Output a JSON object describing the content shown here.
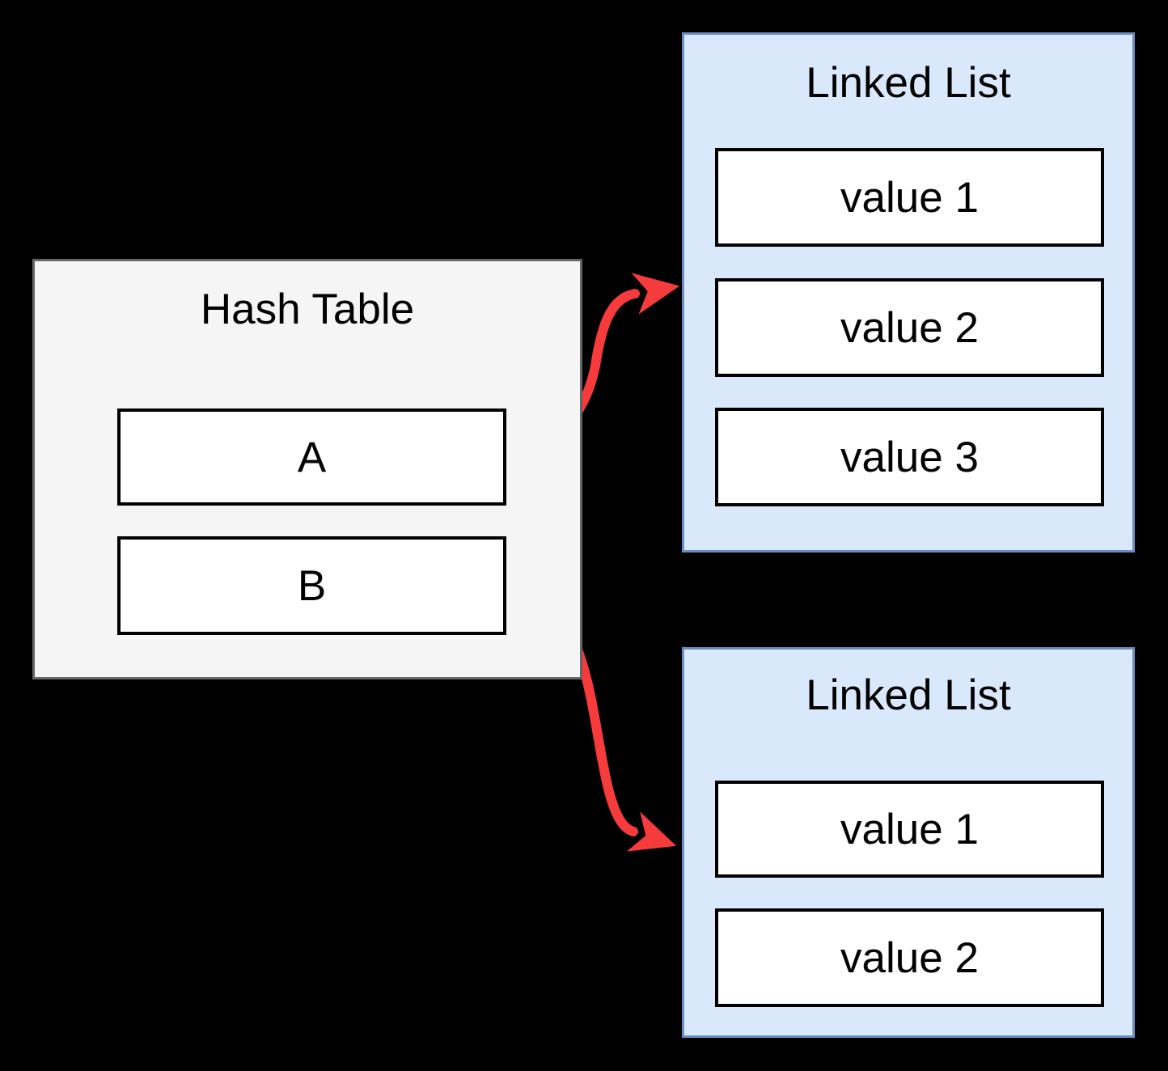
{
  "hash_table": {
    "title": "Hash Table",
    "buckets": [
      {
        "label": "A"
      },
      {
        "label": "B"
      }
    ]
  },
  "linked_lists": [
    {
      "title": "Linked List",
      "values": [
        "value 1",
        "value 2",
        "value 3"
      ]
    },
    {
      "title": "Linked List",
      "values": [
        "value 1",
        "value 2"
      ]
    }
  ],
  "arrows": [
    {
      "from": "A",
      "to": "linked-list-1"
    },
    {
      "from": "B",
      "to": "linked-list-2"
    }
  ],
  "colors": {
    "background": "#000000",
    "hash_table_fill": "#f5f5f5",
    "hash_table_border": "#666666",
    "linked_list_fill": "#dae8fc",
    "linked_list_border": "#6c8ebf",
    "node_fill": "#ffffff",
    "node_border": "#000000",
    "arrow": "#f53b3b",
    "text": "#000000"
  }
}
